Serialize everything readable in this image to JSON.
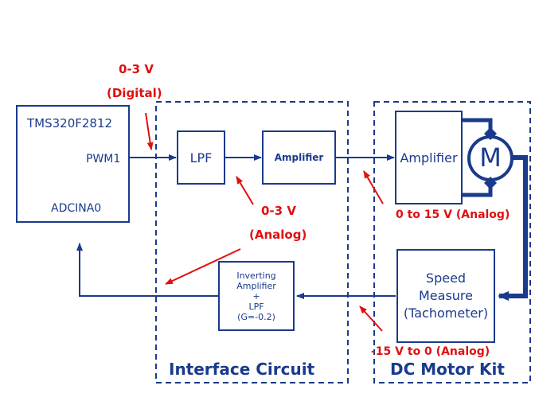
{
  "blocks": {
    "dsp": {
      "title": "TMS320F2812",
      "pin_pwm": "PWM1",
      "pin_adc": "ADCINA0"
    },
    "lpf": {
      "label": "LPF"
    },
    "amp1": {
      "label": "Amplifier"
    },
    "amp2": {
      "label": "Amplifier"
    },
    "motor": {
      "label": "M"
    },
    "speed": {
      "line1": "Speed",
      "line2": "Measure",
      "line3": "(Tachometer)"
    },
    "inv": {
      "line1": "Inverting",
      "line2": "Amplifier",
      "line3": "+",
      "line4": "LPF",
      "line5": "(G=-0.2)"
    }
  },
  "annotations": {
    "digital_v": "0-3 V",
    "digital_t": "(Digital)",
    "analog_v": "0-3 V",
    "analog_t": "(Analog)",
    "motor_range": "0 to 15 V (Analog)",
    "feedback_range": "-15 V to 0 (Analog)"
  },
  "sections": {
    "interface": "Interface Circuit",
    "motor_kit": "DC Motor Kit"
  },
  "colors": {
    "navy": "#1a3a8c",
    "red": "#e01010"
  }
}
